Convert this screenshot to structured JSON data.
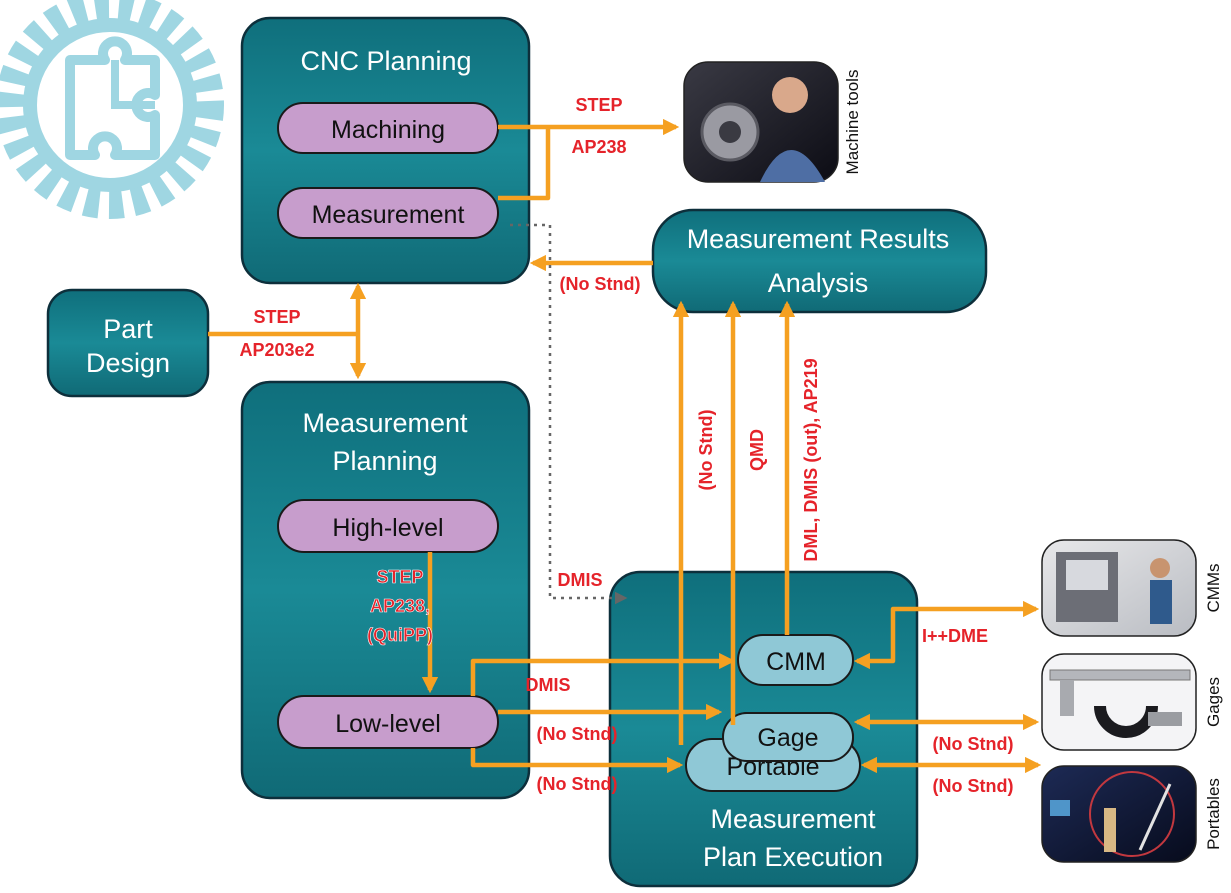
{
  "blocks": {
    "cnc_planning": {
      "title": "CNC Planning",
      "machining": "Machining",
      "measurement": "Measurement"
    },
    "part_design": {
      "line1": "Part",
      "line2": "Design"
    },
    "results_analysis": {
      "line1": "Measurement Results",
      "line2": "Analysis"
    },
    "measurement_planning": {
      "line1": "Measurement",
      "line2": "Planning",
      "high_level": "High-level",
      "low_level": "Low-level"
    },
    "plan_execution": {
      "line1": "Measurement",
      "line2": "Plan Execution",
      "cmm": "CMM",
      "gage": "Gage",
      "portable": "Portable"
    }
  },
  "labels": {
    "step_ap238_top_1": "STEP",
    "step_ap238_top_2": "AP238",
    "no_stnd_results": "(No Stnd)",
    "step_ap203_1": "STEP",
    "step_ap203_2": "AP203e2",
    "step_ap238_mid_1": "STEP",
    "step_ap238_mid_2": "AP238,",
    "step_ap238_mid_3": "(QuiPP)",
    "dmis_dotted": "DMIS",
    "dmis_low": "DMIS",
    "no_stnd_gage_in": "(No Stnd)",
    "no_stnd_portable_in": "(No Stnd)",
    "vertical_no_stnd": "(No Stnd)",
    "vertical_qmd": "QMD",
    "vertical_dml": "DML, DMIS (out), AP219",
    "ipp_dme": "I++DME",
    "no_stnd_gages": "(No Stnd)",
    "no_stnd_portables": "(No Stnd)"
  },
  "devices": {
    "machine_tools": "Machine tools",
    "cmms": "CMMs",
    "gages": "Gages",
    "portables": "Portables"
  },
  "colors": {
    "teal_block": "#1a8a96",
    "pill_purple": "#c79dcc",
    "pill_blue": "#8fc8d6",
    "arrow_orange": "#f5a021",
    "label_red": "#e5232a",
    "logo_light_blue": "#9fd6e2"
  },
  "icons": [
    "gear-puzzle-logo-icon"
  ]
}
